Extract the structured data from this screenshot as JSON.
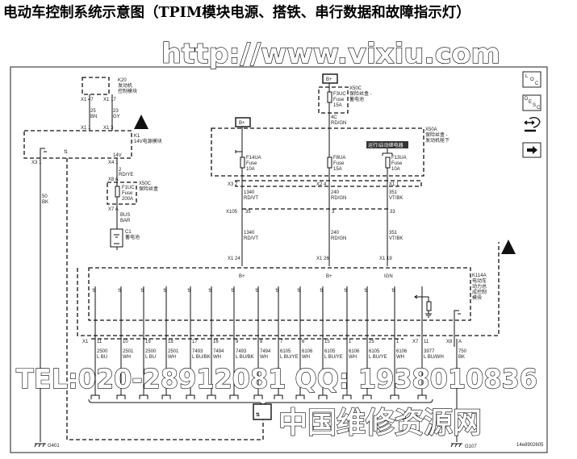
{
  "title": "电动车控制系统示意图（TPIM模块电源、搭铁、串行数据和故障指示灯）",
  "side_icons": {
    "loc": [
      "L",
      "O",
      "C"
    ],
    "desc": [
      "D",
      "E",
      "S",
      "C"
    ]
  },
  "k20": {
    "id": "K20",
    "name1": "发动机",
    "name2": "控制模块",
    "pin_l": "X1 47",
    "pin_r": "X1 17",
    "wire_l_num": "25",
    "wire_l_color": "BN",
    "wire_r_num": "23",
    "wire_r_color": "GY",
    "pin_l2": "X1 1",
    "pin_r2": "X1 3"
  },
  "k1": {
    "id": "K1",
    "name": "14V电源模块",
    "ground_pin": "X3 1",
    "v14": "14V",
    "out_pin": "X4 1",
    "wire_num": "2",
    "wire_color": "RD/YE",
    "fuse_in": "X8 A"
  },
  "ground_left": {
    "wire_num": "50",
    "wire_color": "BK",
    "ground": "G401"
  },
  "fuse_x50c_low": {
    "box": "X50C",
    "name": "保险丝盒",
    "fuse": "F1UC",
    "type": "Fuse",
    "rating": "200A",
    "out": "X7 A",
    "bus1": "BUS",
    "bus2": "BAR",
    "battery": "C1",
    "battery_name": "蓄电池"
  },
  "fuse_x50c_top": {
    "bplus": "B+",
    "box": "X50C",
    "name1": "保险丝盒 -",
    "name2": "蓄电池",
    "fuse": "F3UC",
    "type": "Fuse",
    "rating": "15A",
    "wire_num": "4C",
    "wire_color": "RD/GN"
  },
  "x50a": {
    "bplus": "B+",
    "box": "X50A",
    "name1": "保险丝盒 -",
    "name2": "发动机舱下",
    "relay": "运行/启动继电器",
    "fuses": [
      {
        "fuse": "F14UA",
        "type": "Fuse",
        "rating": "10A"
      },
      {
        "fuse": "F8UA",
        "type": "Fuse",
        "rating": "15A"
      },
      {
        "fuse": "F13UA",
        "type": "Fuse",
        "rating": "10A"
      }
    ]
  },
  "x105": {
    "id": "X105",
    "pins_top": [
      "X3 7",
      "X2 4",
      "X1 1"
    ],
    "wires_top": [
      [
        "1340",
        "RD/VT"
      ],
      [
        "240",
        "RD/GN"
      ],
      [
        "351",
        "VT/BK"
      ]
    ],
    "pins": [
      "35",
      "3",
      "33"
    ],
    "wires_low": [
      [
        "1340",
        "RD/VT"
      ],
      [
        "240",
        "RD/GN"
      ],
      [
        "351",
        "VT/BK"
      ]
    ],
    "pins_low": [
      "X1 24",
      "X1 26",
      "X1 19"
    ],
    "inputs": [
      "B+",
      "B+",
      "IGN"
    ]
  },
  "k114a": {
    "id": "K114A",
    "name1": "电动车",
    "name2": "动力总",
    "name3": "成控制",
    "name4": "模块",
    "conn": "X1",
    "conn_x7": "X7",
    "conn_x8": "X8"
  },
  "bus_wires": [
    {
      "pin": "11",
      "num": "2500",
      "color": "L BU"
    },
    {
      "pin": "10",
      "num": "2501",
      "color": "WH"
    },
    {
      "pin": "19",
      "num": "2500",
      "color": "L BU"
    },
    {
      "pin": "18",
      "num": "2501",
      "color": "WH"
    },
    {
      "pin": "17",
      "num": "7493",
      "color": "L BU/BK"
    },
    {
      "pin": "16",
      "num": "7494",
      "color": "WH"
    },
    {
      "pin": "9",
      "num": "7493",
      "color": "L BU/BK"
    },
    {
      "pin": "8",
      "num": "7494",
      "color": "WH"
    },
    {
      "pin": "7",
      "num": "6105",
      "color": "L BU/YE"
    },
    {
      "pin": "6",
      "num": "6106",
      "color": "WH"
    },
    {
      "pin": "15",
      "num": "6105",
      "color": "L BU/YE"
    },
    {
      "pin": "1",
      "num": "6106",
      "color": "WH"
    },
    {
      "pin": "25",
      "num": "6105",
      "color": "L BU/YE"
    },
    {
      "pin": "1",
      "num": "6106",
      "color": "WH"
    },
    {
      "pin": "11",
      "num": "3977",
      "color": "L BU/WH"
    }
  ],
  "ground_right": {
    "pin": "A",
    "wire_num": "750",
    "wire_color": "BK",
    "ground": "G107"
  },
  "diagram_id": "14e8902605",
  "watermark": {
    "line1": "中国维修资源网",
    "line2": "http://www.vixiu.com",
    "line3": "TEL:020-28912081 QQ: 1938010836"
  }
}
